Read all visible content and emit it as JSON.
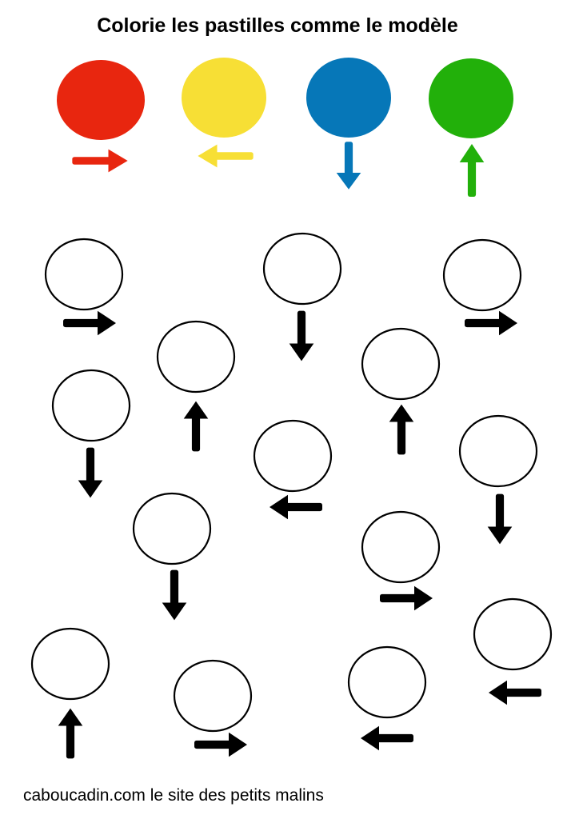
{
  "title": "Colorie les pastilles comme le modèle",
  "footer": "caboucadin.com le site des petits malins",
  "colors": {
    "red": "#e8260f",
    "yellow": "#f7df35",
    "blue": "#0677b8",
    "green": "#22b00a",
    "outline": "#000000"
  },
  "model": [
    {
      "color": "red",
      "direction": "right"
    },
    {
      "color": "yellow",
      "direction": "left"
    },
    {
      "color": "blue",
      "direction": "down"
    },
    {
      "color": "green",
      "direction": "up"
    }
  ],
  "pastilles": [
    {
      "direction": "right"
    },
    {
      "direction": "down"
    },
    {
      "direction": "right"
    },
    {
      "direction": "up"
    },
    {
      "direction": "up"
    },
    {
      "direction": "down"
    },
    {
      "direction": "left"
    },
    {
      "direction": "down"
    },
    {
      "direction": "down"
    },
    {
      "direction": "right"
    },
    {
      "direction": "left"
    },
    {
      "direction": "up"
    },
    {
      "direction": "right"
    },
    {
      "direction": "left"
    }
  ]
}
